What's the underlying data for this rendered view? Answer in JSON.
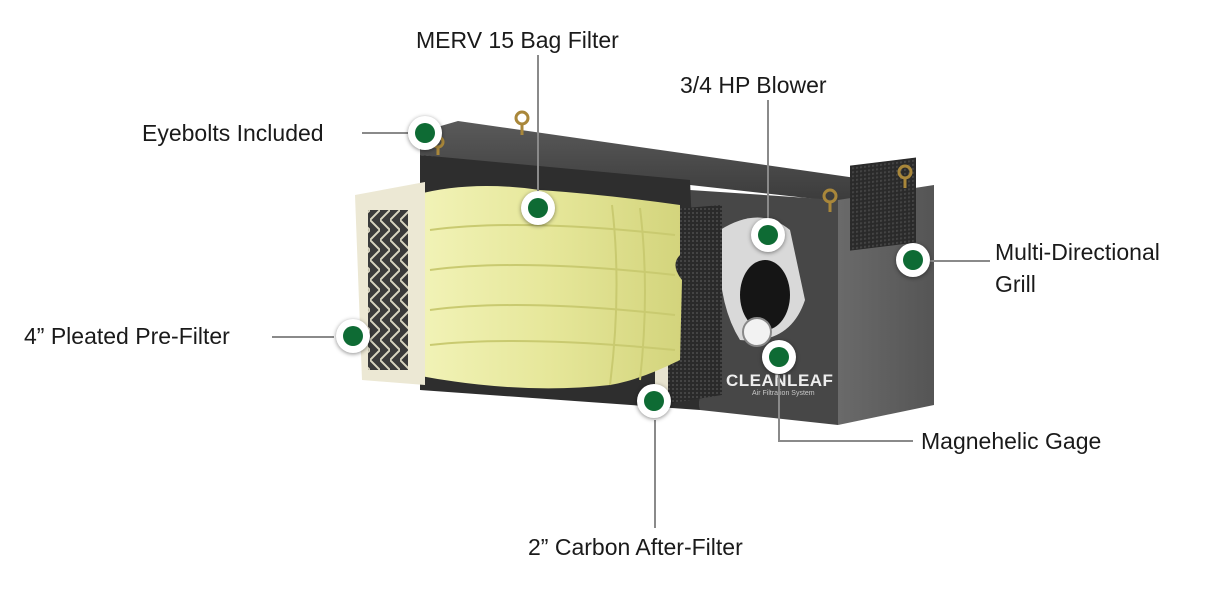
{
  "labels": {
    "bag_filter": "MERV 15 Bag Filter",
    "blower": "3/4 HP Blower",
    "eyebolts": "Eyebolts Included",
    "grill_line1": "Multi-Directional",
    "grill_line2": "Grill",
    "pre_filter": "4” Pleated Pre-Filter",
    "gage": "Magnehelic Gage",
    "carbon_filter": "2” Carbon After-Filter"
  },
  "brand": {
    "name": "CLEANLEAF",
    "tagline": "Air Filtration System"
  },
  "colors": {
    "hotspot_green": "#0e6b34",
    "cabinet": "#4a4a4a",
    "bag_yellow": "#e6e79a"
  },
  "icons": {
    "hotspot": "green-dot-marker",
    "brand": "leaf-logo"
  }
}
